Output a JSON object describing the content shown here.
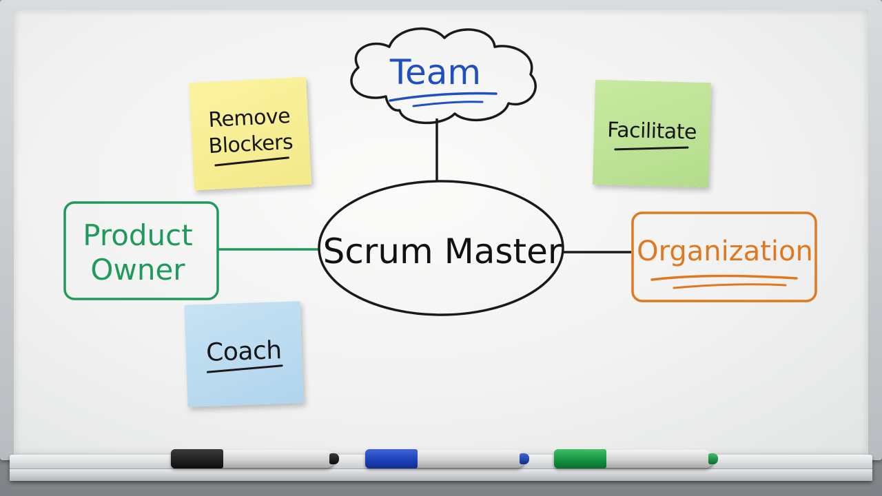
{
  "center": {
    "label": "Scrum Master"
  },
  "cloud": {
    "label": "Team"
  },
  "left_box": {
    "line1": "Product",
    "line2": "Owner"
  },
  "right_box": {
    "label": "Organization"
  },
  "notes": {
    "yellow": {
      "line1": "Remove",
      "line2": "Blockers"
    },
    "green": {
      "label": "Facilitate"
    },
    "blue": {
      "label": "Coach"
    }
  },
  "colors": {
    "ink_black": "#1a1a1a",
    "ink_blue": "#1f4fc0",
    "ink_green": "#1f9a5c",
    "ink_orange": "#e0781f",
    "note_yellow": "#f7ee95",
    "note_green": "#bfe397",
    "note_blue": "#bcdcf0"
  },
  "markers": [
    {
      "name": "black-marker",
      "cap": "#111111"
    },
    {
      "name": "blue-marker",
      "cap": "#1a3fb8"
    },
    {
      "name": "green-marker",
      "cap": "#13913f"
    }
  ]
}
